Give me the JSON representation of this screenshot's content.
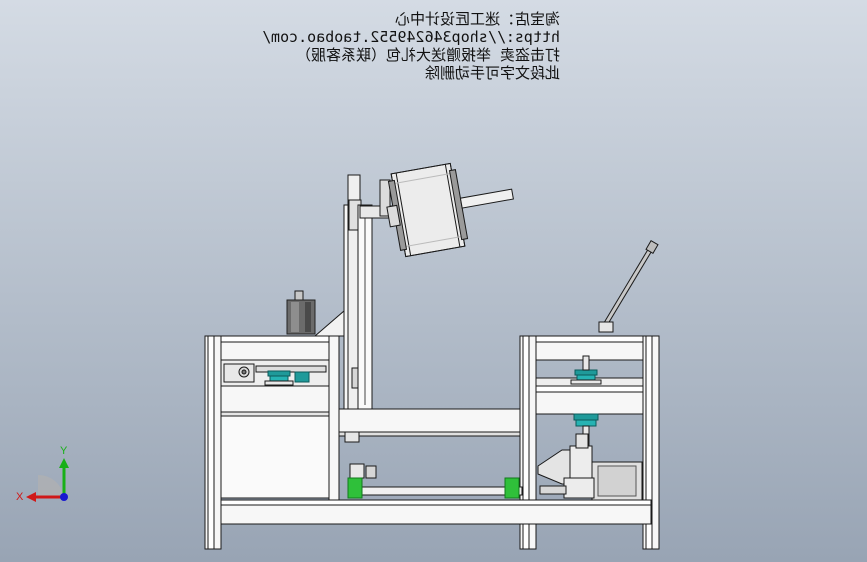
{
  "watermark": {
    "lines": [
      "淘宝店：迷工匠设计中心",
      "https://shop346249552.taobao.com/",
      "打击盗卖 举报赠送大礼包（联系客服）",
      "此段文字可手动删除"
    ]
  },
  "triad": {
    "x_label": "X",
    "y_label": "Y",
    "colors": {
      "x": "#d01818",
      "y": "#18b018",
      "z": "#1818d0"
    }
  },
  "colors": {
    "background_top": "#d4dbe4",
    "background_bottom": "#98a4b4",
    "frame": "#f7f7f7",
    "outline": "#1a1a1a",
    "accent_teal": "#1f9a9a",
    "accent_green": "#2fc03a",
    "metal_dark": "#5a5a5a"
  }
}
